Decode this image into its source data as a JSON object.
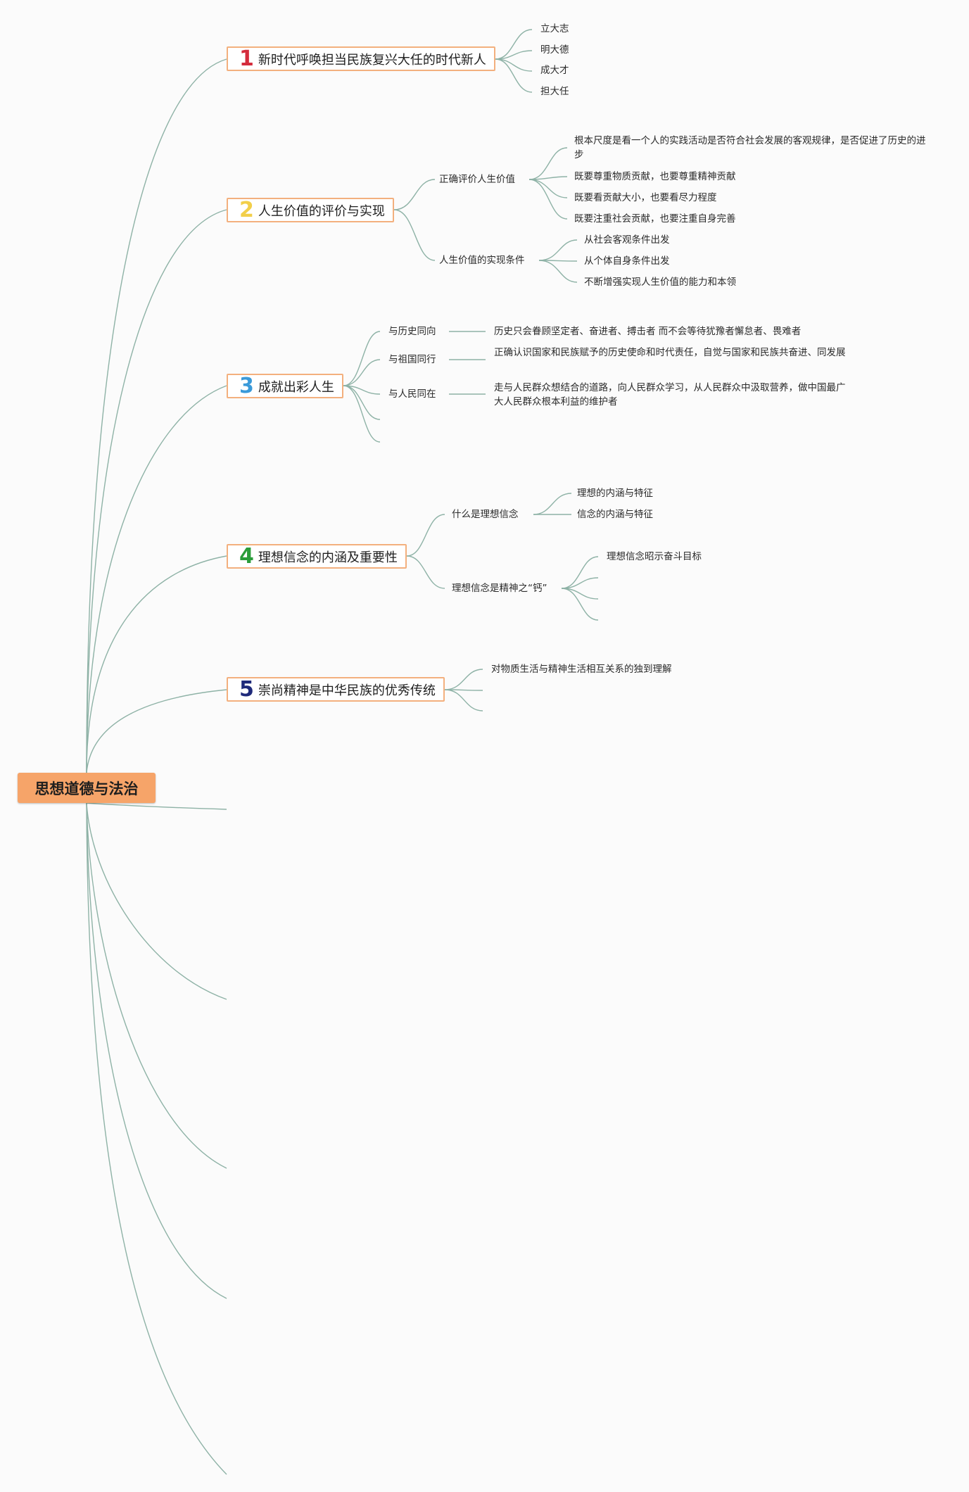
{
  "root": {
    "label": "思想道德与法治"
  },
  "topics": [
    {
      "num": "1",
      "num_color": "#d42c3c",
      "label": "新时代呼唤担当民族复兴大任的时代新人",
      "children": [
        "立大志",
        "明大德",
        "成大才",
        "担大任"
      ]
    },
    {
      "num": "2",
      "num_color": "#f2cf4a",
      "label": "人生价值的评价与实现",
      "groups": [
        {
          "label": "正确评价人生价值",
          "children": [
            "根本尺度是看一个人的实践活动是否符合社会发展的客观规律，是否促进了历史的进步",
            "既要尊重物质贡献，也要尊重精神贡献",
            "既要看贡献大小，也要看尽力程度",
            "既要注重社会贡献，也要注重自身完善"
          ]
        },
        {
          "label": "人生价值的实现条件",
          "children": [
            "从社会客观条件出发",
            "从个体自身条件出发",
            "不断增强实现人生价值的能力和本领"
          ]
        }
      ]
    },
    {
      "num": "3",
      "num_color": "#3a9ad9",
      "label": "成就出彩人生",
      "pairs": [
        {
          "label": "与历史同向",
          "detail": "历史只会眷顾坚定者、奋进者、搏击者 而不会等待犹豫者懈怠者、畏难者"
        },
        {
          "label": "与祖国同行",
          "detail": "正确认识国家和民族赋予的历史使命和时代责任，自觉与国家和民族共奋进、同发展"
        },
        {
          "label": "与人民同在",
          "detail": "走与人民群众想结合的道路，向人民群众学习，从人民群众中汲取营养，做中国最广大人民群众根本利益的维护者"
        }
      ]
    },
    {
      "num": "4",
      "num_color": "#2a9d3a",
      "label": "理想信念的内涵及重要性",
      "groups": [
        {
          "label": "什么是理想信念",
          "children": [
            "理想的内涵与特征",
            "信念的内涵与特征"
          ]
        },
        {
          "label": "理想信念是精神之“钙”",
          "children": [
            "理想信念昭示奋斗目标"
          ]
        }
      ]
    },
    {
      "num": "5",
      "num_color": "#1f2a7a",
      "label": "崇尚精神是中华民族的优秀传统",
      "children": [
        "对物质生活与精神生活相互关系的独到理解"
      ]
    }
  ]
}
